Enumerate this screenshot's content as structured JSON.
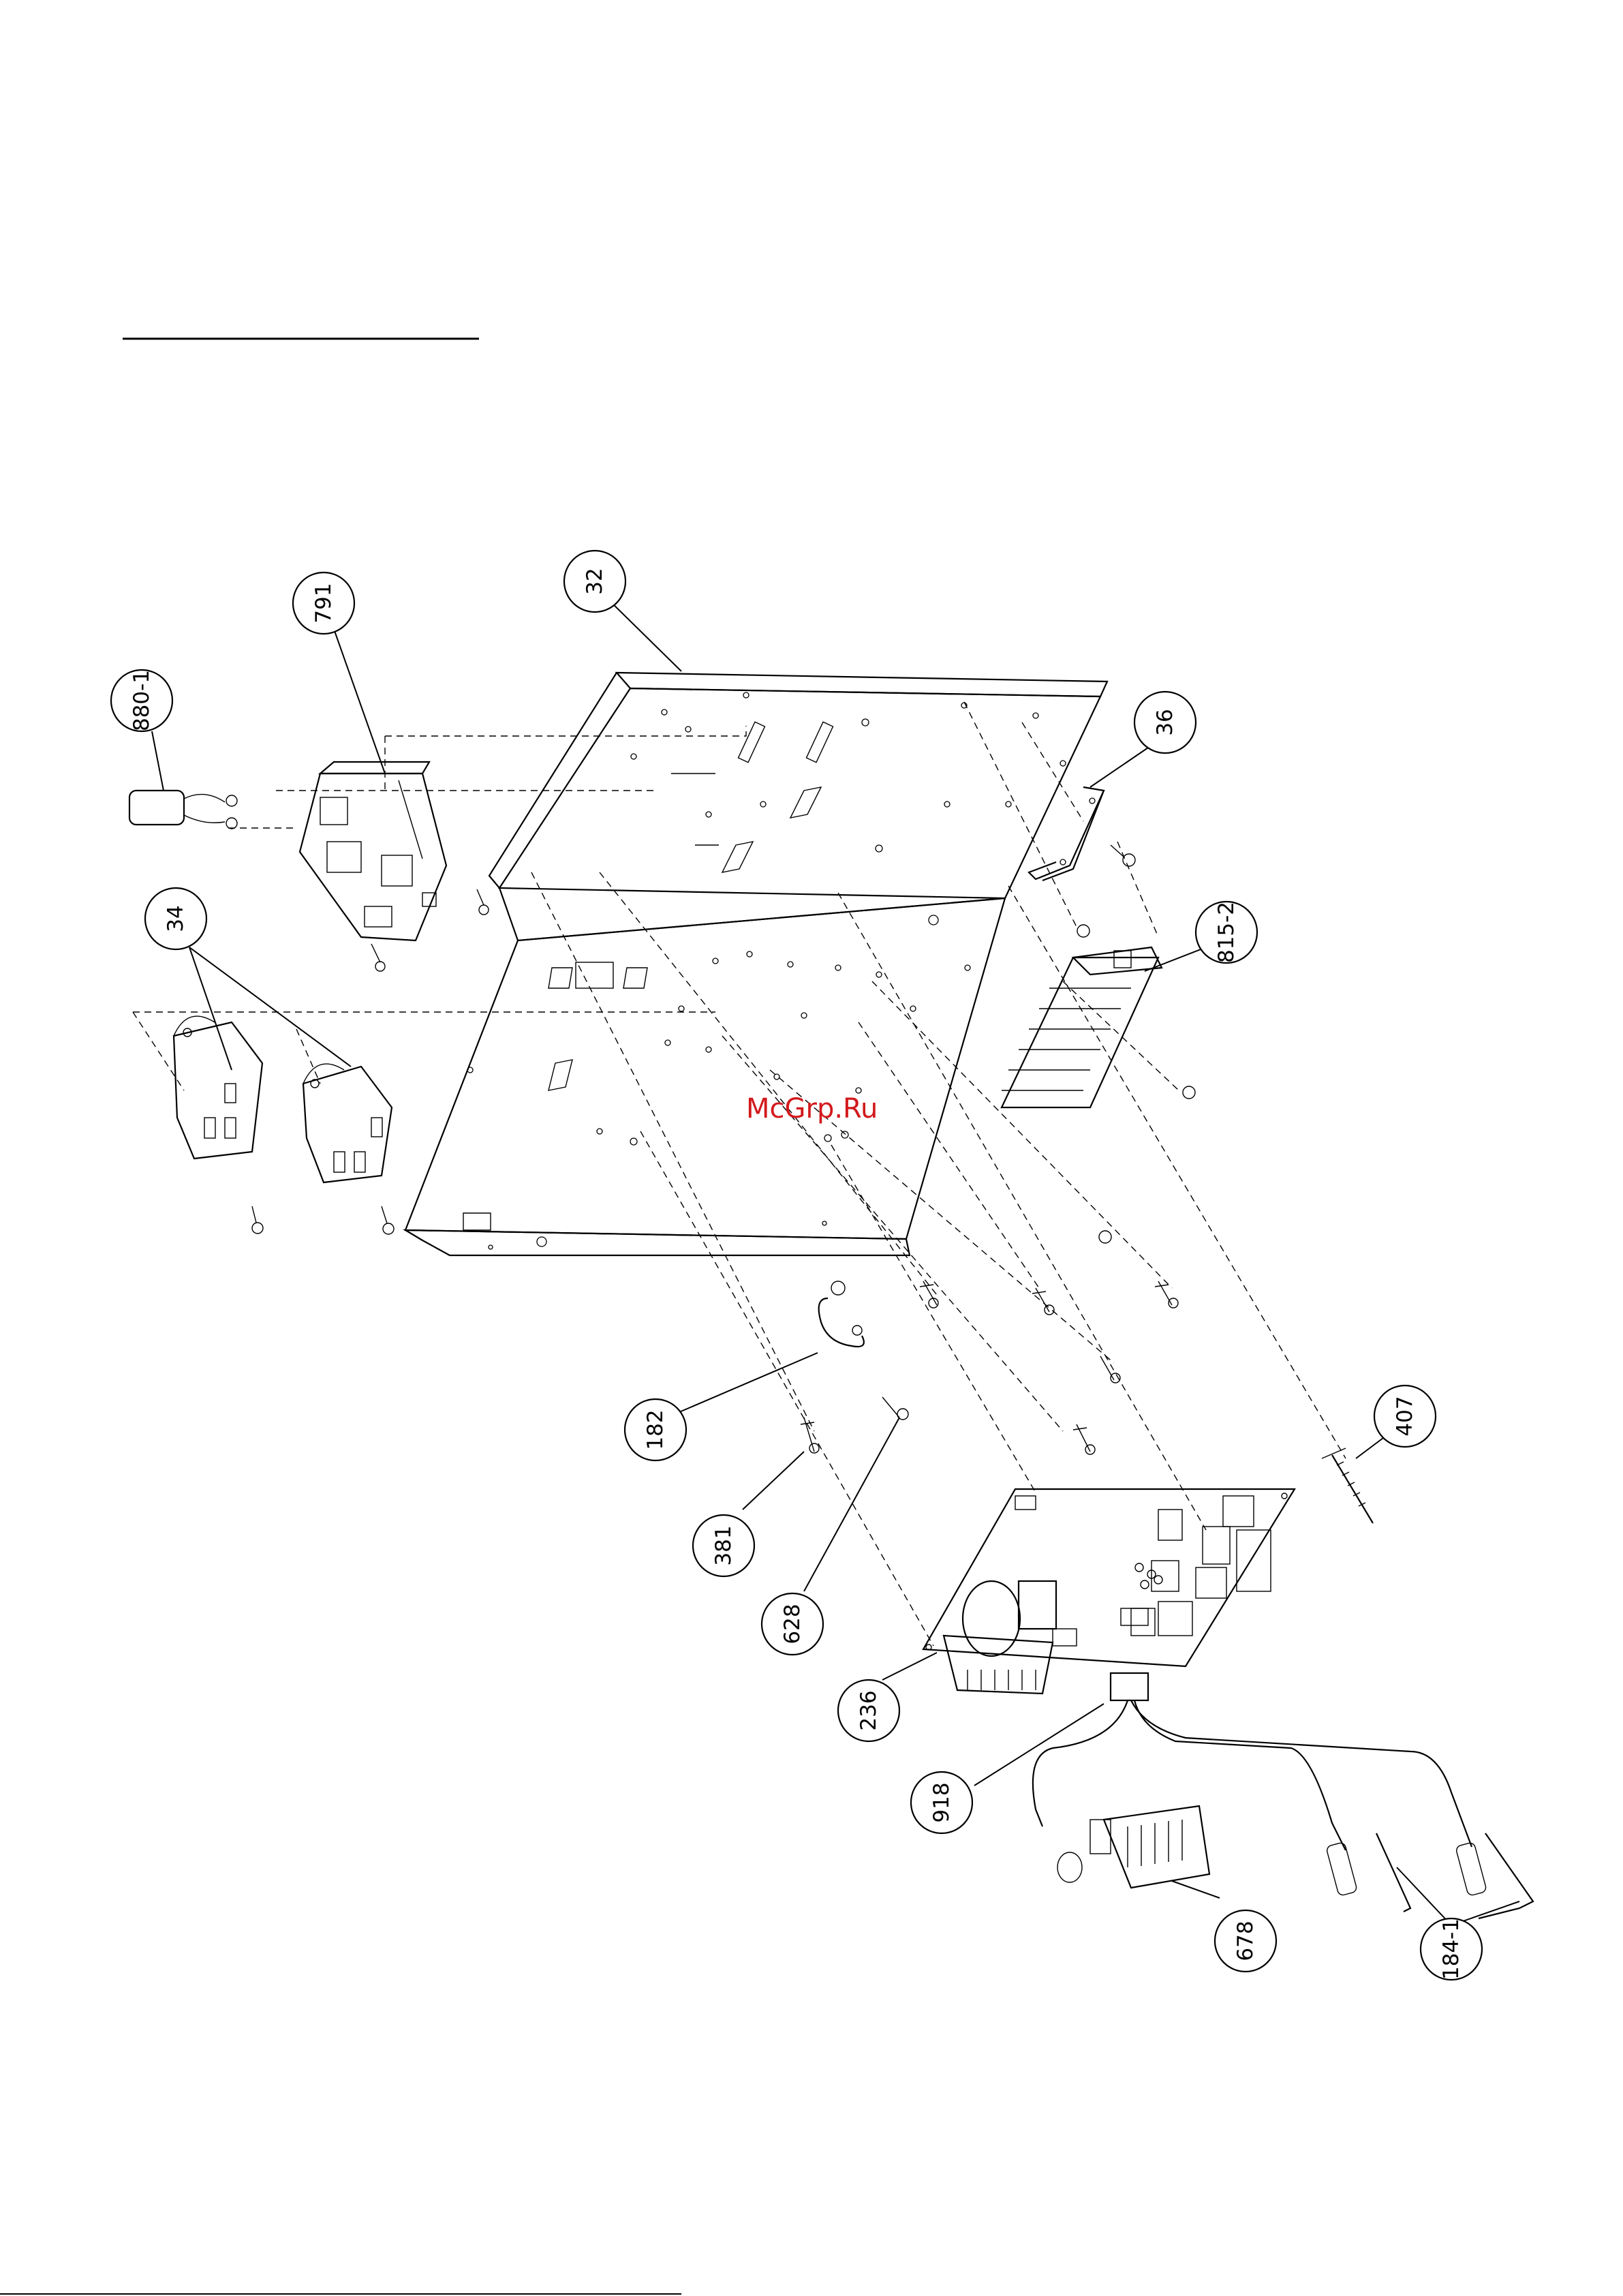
{
  "watermark": "McGrp.Ru",
  "callouts": {
    "c880_1": "880-1",
    "c791": "791",
    "c32": "32",
    "c36": "36",
    "c815_2": "815-2",
    "c34": "34",
    "c182": "182",
    "c381": "381",
    "c628": "628",
    "c236": "236",
    "c407": "407",
    "c918": "918",
    "c678": "678",
    "c184_1": "184-1"
  }
}
